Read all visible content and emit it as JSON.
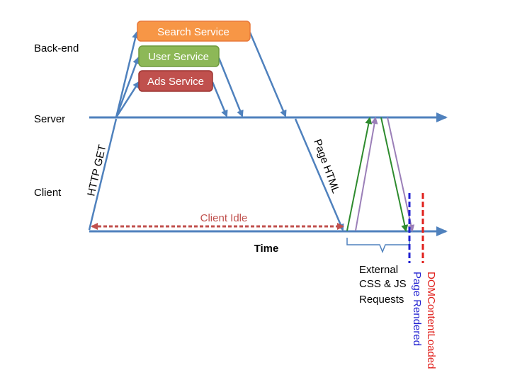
{
  "lanes": {
    "backend": "Back-end",
    "server": "Server",
    "client": "Client"
  },
  "services": {
    "search": "Search Service",
    "user": "User Service",
    "ads": "Ads Service"
  },
  "labels": {
    "http_get": "HTTP GET",
    "page_html": "Page HTML",
    "client_idle": "Client Idle",
    "time": "Time",
    "external_1": "External",
    "external_2": "CSS & JS",
    "external_3": "Requests",
    "page_rendered": "Page Rendered",
    "dom_content_loaded": "DOMContentLoaded"
  },
  "colors": {
    "axis": "#4f81bd",
    "search_fill": "#f79646",
    "search_stroke": "#e8783a",
    "user_fill": "#8db857",
    "user_stroke": "#6f9a3e",
    "ads_fill": "#c0504d",
    "ads_stroke": "#9c3431",
    "idle": "#c0504d",
    "green_req": "#2e8b2e",
    "purple_req": "#9b7fb8",
    "page_rendered": "#1f1fd0",
    "dom_content_loaded": "#e0201c"
  }
}
